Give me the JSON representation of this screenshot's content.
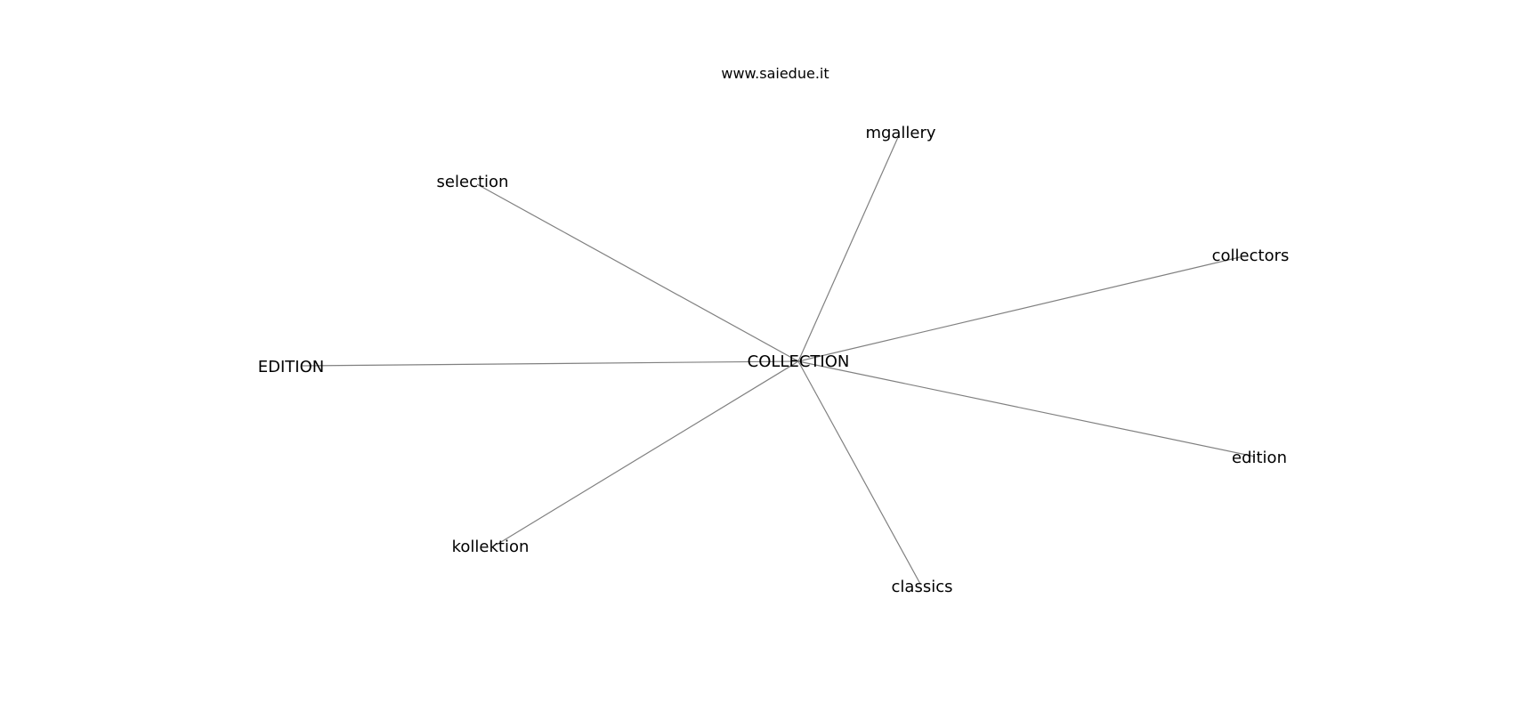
{
  "title": "www.saiedue.it",
  "center": {
    "id": "center",
    "label": "COLLECTION"
  },
  "nodes": [
    {
      "id": "mgallery",
      "label": "mgallery"
    },
    {
      "id": "selection",
      "label": "selection"
    },
    {
      "id": "collectors",
      "label": "collectors"
    },
    {
      "id": "EDITION",
      "label": "EDITION"
    },
    {
      "id": "edition",
      "label": "edition"
    },
    {
      "id": "kollektion",
      "label": "kollektion"
    },
    {
      "id": "classics",
      "label": "classics"
    }
  ],
  "colors": {
    "edge": "#808080",
    "text": "#000000",
    "background": "#ffffff"
  }
}
